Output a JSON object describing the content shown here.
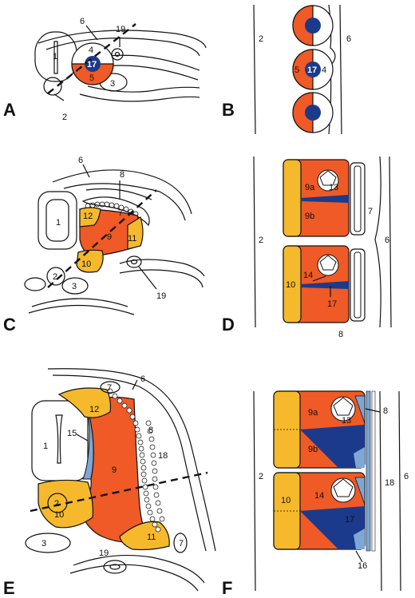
{
  "colors": {
    "orange": "#ef5a26",
    "yellow": "#f6b92b",
    "navy": "#1b3a8c",
    "lightblue": "#7ea7d6",
    "outline": "#111111",
    "white": "#ffffff"
  },
  "panels": {
    "a": "A",
    "b": "B",
    "c": "C",
    "d": "D",
    "e": "E",
    "f": "F"
  },
  "labels": {
    "n1": "1",
    "n2": "2",
    "n3": "3",
    "n4": "4",
    "n5": "5",
    "n6": "6",
    "n7": "7",
    "n8": "8",
    "n9": "9",
    "n9a": "9a",
    "n9b": "9b",
    "n10": "10",
    "n11": "11",
    "n12": "12",
    "n13": "13",
    "n14": "14",
    "n15": "15",
    "n16": "16",
    "n17": "17",
    "n18": "18",
    "n19": "19"
  }
}
